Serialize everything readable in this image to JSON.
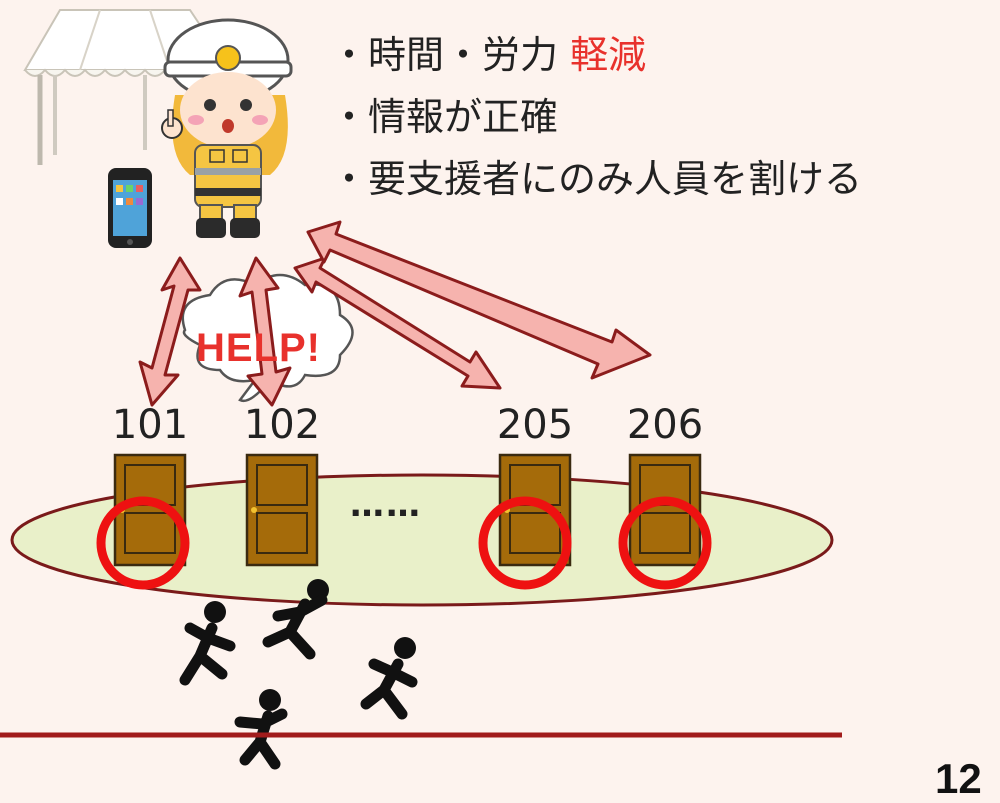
{
  "benefits": {
    "line1_prefix": "・時間・労力 ",
    "line1_highlight": "軽減",
    "line2": "・情報が正確",
    "line3": "・要支援者にのみ人員を割ける"
  },
  "rooms": [
    "101",
    "102",
    "205",
    "206"
  ],
  "help_bubble": "HELP!",
  "ellipsis": "……",
  "page_number": "12",
  "colors": {
    "background": "#fdf3ee",
    "highlight_red": "#e8312c",
    "arrow_fill": "#f6b3ae",
    "arrow_stroke": "#8b1c1c",
    "ellipse_fill": "#e9f0c9",
    "ellipse_stroke": "#7a1a1a",
    "door_fill": "#a56b0a",
    "circle_red": "#ee1111",
    "ground_line": "#a11b1b"
  },
  "marked_rooms": [
    "101",
    "205",
    "206"
  ]
}
